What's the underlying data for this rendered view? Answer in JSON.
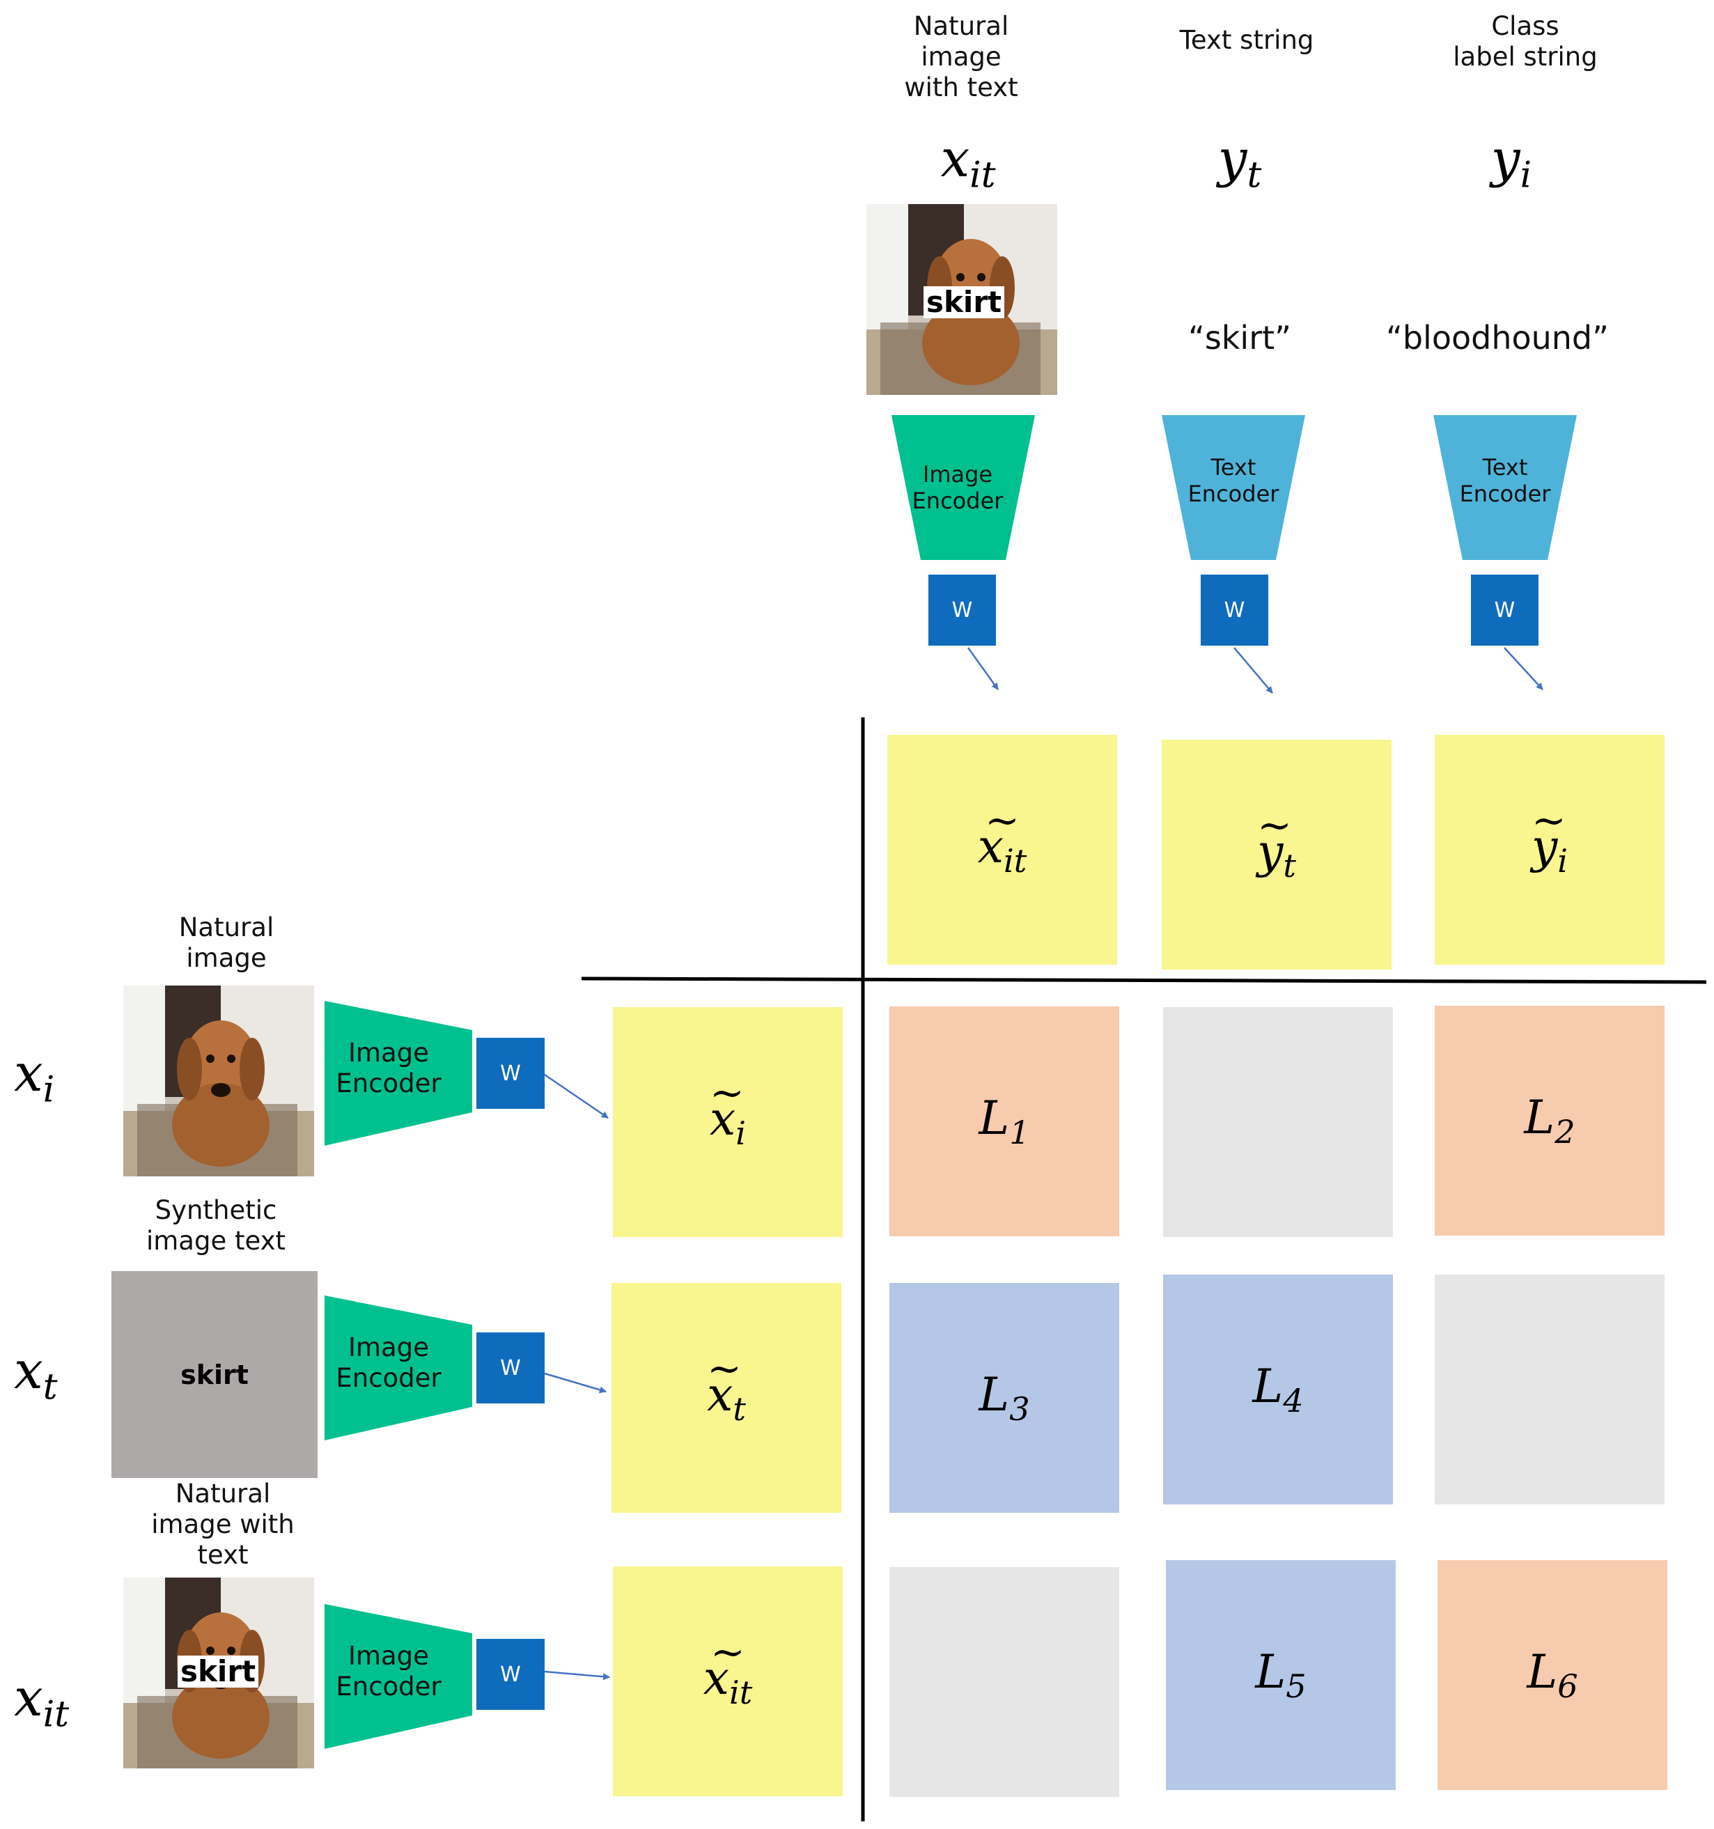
{
  "colors": {
    "yellow": "#f9f58f",
    "orange": "#f7cbad",
    "blue": "#b5c7e6",
    "gray": "#e6e6e6",
    "image_encoder": "#00c08f",
    "text_encoder": "#4fb3d9",
    "w_box": "#0f6cbd",
    "arrow": "#4472c4",
    "synthetic_bg": "#ada9a8"
  },
  "columns": [
    {
      "caption": "Natural\nimage\nwith text",
      "symbol": "x",
      "sub": "it",
      "encoder": "Image\nEncoder",
      "encoder_kind": "image",
      "w": "W",
      "quote": "",
      "embedding": "x",
      "embedding_sub": "it",
      "image_text": "skirt"
    },
    {
      "caption": "Text string",
      "symbol": "y",
      "sub": "t",
      "encoder": "Text\nEncoder",
      "encoder_kind": "text",
      "w": "W",
      "quote": "“skirt”",
      "embedding": "y",
      "embedding_sub": "t"
    },
    {
      "caption": "Class\nlabel string",
      "symbol": "y",
      "sub": "i",
      "encoder": "Text\nEncoder",
      "encoder_kind": "text",
      "w": "W",
      "quote": "“bloodhound”",
      "embedding": "y",
      "embedding_sub": "i"
    }
  ],
  "rows": [
    {
      "caption": "Natural\nimage",
      "symbol": "x",
      "sub": "i",
      "encoder": "Image\nEncoder",
      "w": "W",
      "embedding": "x",
      "embedding_sub": "i",
      "image_text": ""
    },
    {
      "caption": "Synthetic\nimage text",
      "symbol": "x",
      "sub": "t",
      "encoder": "Image\nEncoder",
      "w": "W",
      "embedding": "x",
      "embedding_sub": "t",
      "image_text": "skirt"
    },
    {
      "caption": "Natural\nimage with\ntext",
      "symbol": "x",
      "sub": "it",
      "encoder": "Image\nEncoder",
      "w": "W",
      "embedding": "x",
      "embedding_sub": "it",
      "image_text": "skirt"
    }
  ],
  "matrix": [
    [
      {
        "label": "L",
        "sub": "1",
        "color": "orange"
      },
      {
        "label": "",
        "sub": "",
        "color": "gray"
      },
      {
        "label": "L",
        "sub": "2",
        "color": "orange"
      }
    ],
    [
      {
        "label": "L",
        "sub": "3",
        "color": "blue"
      },
      {
        "label": "L",
        "sub": "4",
        "color": "blue"
      },
      {
        "label": "",
        "sub": "",
        "color": "gray"
      }
    ],
    [
      {
        "label": "",
        "sub": "",
        "color": "gray"
      },
      {
        "label": "L",
        "sub": "5",
        "color": "blue"
      },
      {
        "label": "L",
        "sub": "6",
        "color": "orange"
      }
    ]
  ]
}
